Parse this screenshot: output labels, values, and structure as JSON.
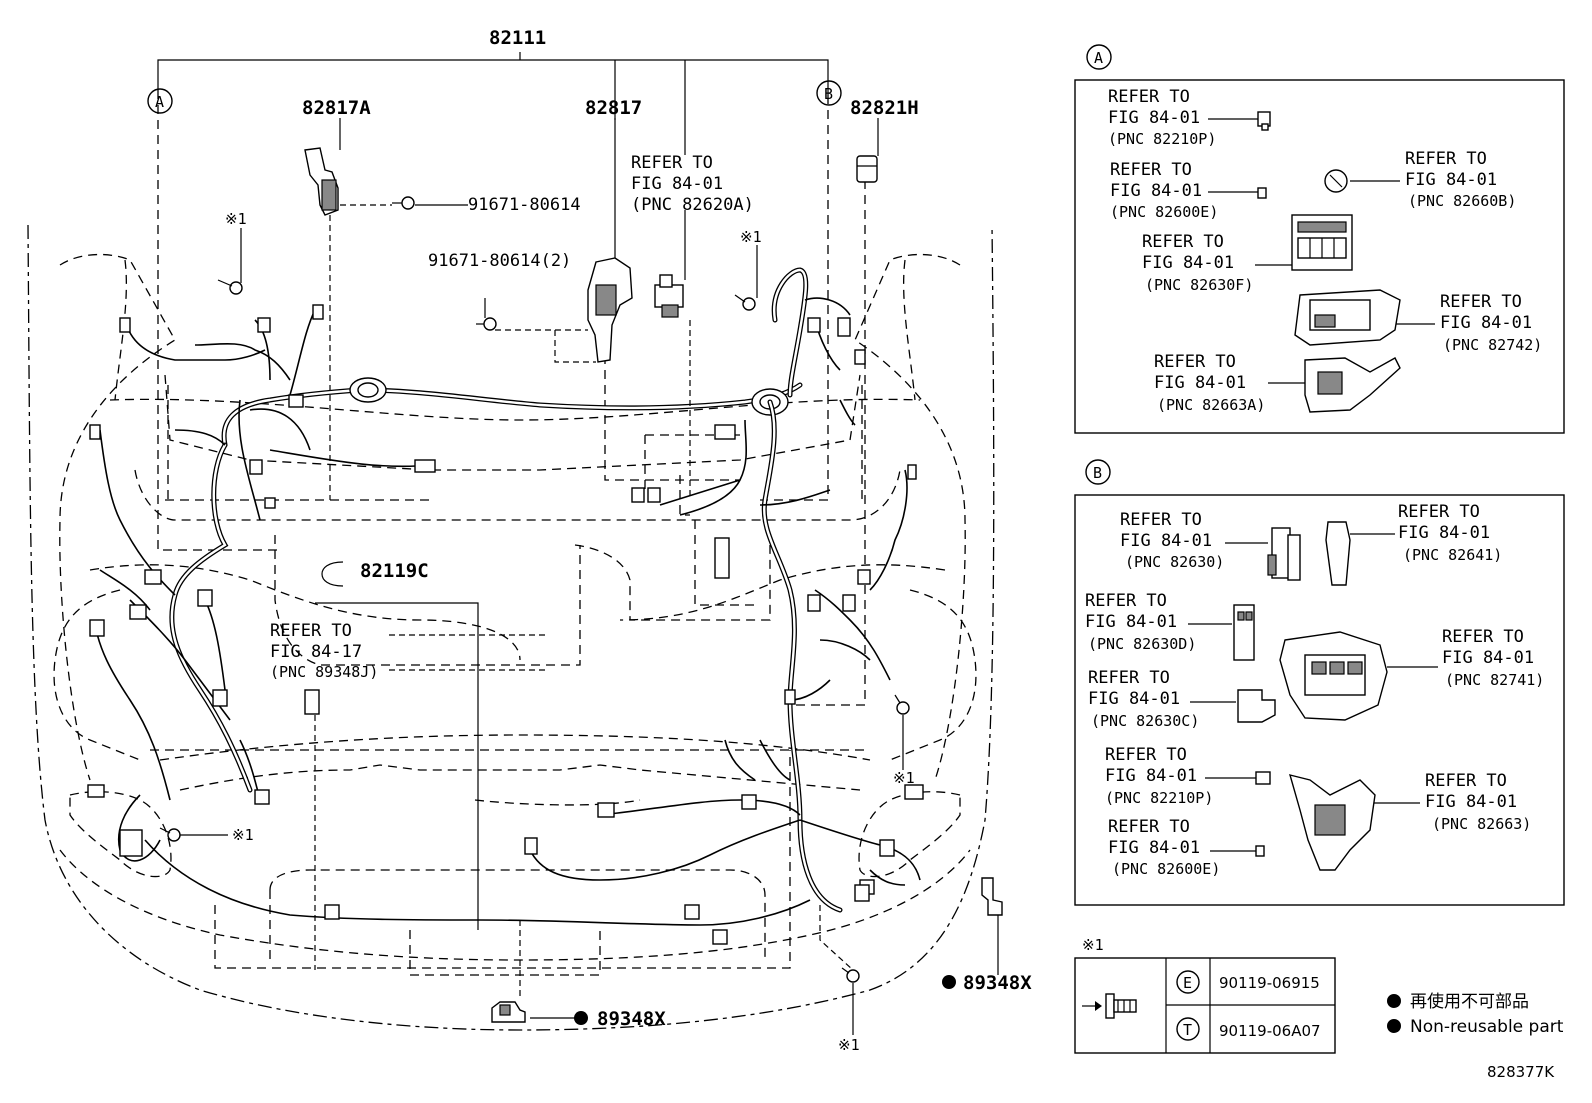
{
  "main_labels": {
    "harness_main": "82111",
    "left_bracket": "82817A",
    "center_bracket": "82817",
    "right_cover": "82821H",
    "bumper_harness": "82119C",
    "bolt_a": "91671-80614",
    "bolt_b": "91671-80614(2)",
    "clip_bottom": "89348X",
    "clip_right": "89348X",
    "ref_center_l1": "REFER TO",
    "ref_center_l2": "FIG 84-01",
    "ref_center_l3": "(PNC 82620A)",
    "ref_left_l1": "REFER TO",
    "ref_left_l2": "FIG 84-17",
    "ref_left_l3": "(PNC 89348J)",
    "note_mark": "※1"
  },
  "circle_a": "A",
  "circle_b": "B",
  "panel_a": {
    "items": [
      {
        "l1": "REFER TO",
        "l2": "FIG 84-01",
        "l3": "(PNC 82210P)"
      },
      {
        "l1": "REFER TO",
        "l2": "FIG 84-01",
        "l3": "(PNC 82600E)"
      },
      {
        "l1": "REFER TO",
        "l2": "FIG 84-01",
        "l3": "(PNC 82630F)"
      },
      {
        "l1": "REFER TO",
        "l2": "FIG 84-01",
        "l3": "(PNC 82663A)"
      },
      {
        "l1": "REFER TO",
        "l2": "FIG 84-01",
        "l3": "(PNC 82660B)"
      },
      {
        "l1": "REFER TO",
        "l2": "FIG 84-01",
        "l3": "(PNC 82742)"
      }
    ]
  },
  "panel_b": {
    "items": [
      {
        "l1": "REFER TO",
        "l2": "FIG 84-01",
        "l3": "(PNC 82630)"
      },
      {
        "l1": "REFER TO",
        "l2": "FIG 84-01",
        "l3": "(PNC 82630D)"
      },
      {
        "l1": "REFER TO",
        "l2": "FIG 84-01",
        "l3": "(PNC 82630C)"
      },
      {
        "l1": "REFER TO",
        "l2": "FIG 84-01",
        "l3": "(PNC 82210P)"
      },
      {
        "l1": "REFER TO",
        "l2": "FIG 84-01",
        "l3": "(PNC 82600E)"
      },
      {
        "l1": "REFER TO",
        "l2": "FIG 84-01",
        "l3": "(PNC 82641)"
      },
      {
        "l1": "REFER TO",
        "l2": "FIG 84-01",
        "l3": "(PNC 82741)"
      },
      {
        "l1": "REFER TO",
        "l2": "FIG 84-01",
        "l3": "(PNC 82663)"
      }
    ]
  },
  "note_table": {
    "title": "※1",
    "row1_key": "E",
    "row1_code": "90119-06915",
    "row2_key": "T",
    "row2_code": "90119-06A07"
  },
  "legend": {
    "jp": "再使用不可部品",
    "en": "Non-reusable part"
  },
  "figure_id": "828377K"
}
